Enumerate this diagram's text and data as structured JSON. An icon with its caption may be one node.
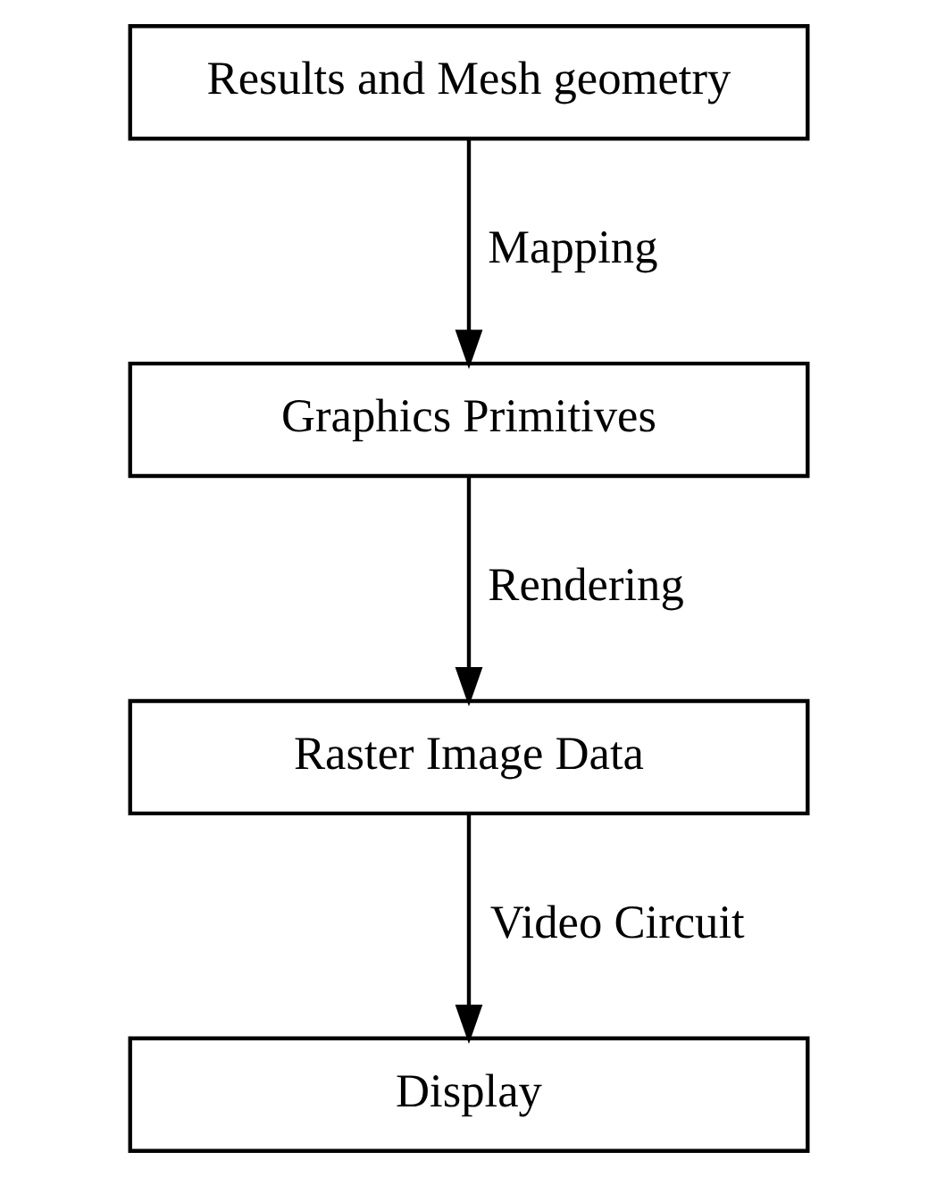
{
  "diagram": {
    "nodes": [
      {
        "text": [
          "Results and Mesh geometry"
        ]
      },
      {
        "text": [
          "Graphics Primitives"
        ]
      },
      {
        "text": [
          "Raster Image Data"
        ]
      },
      {
        "text": [
          "Display"
        ]
      }
    ],
    "edges": [
      {
        "from": 0,
        "to": 1,
        "arrow": "to",
        "label": "Mapping"
      },
      {
        "from": 1,
        "to": 2,
        "arrow": "to",
        "label": "Rendering"
      },
      {
        "from": 2,
        "to": 3,
        "arrow": "to",
        "label": "Video Circuit"
      }
    ]
  }
}
